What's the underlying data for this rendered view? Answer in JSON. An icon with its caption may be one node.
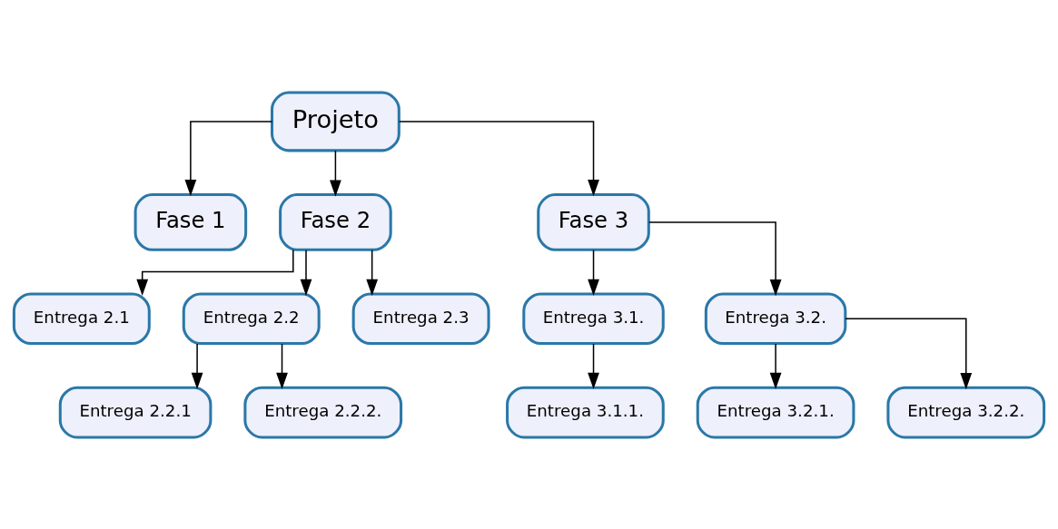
{
  "diagram": {
    "nodes": [
      {
        "text": [
          "Projeto"
        ]
      },
      {
        "text": [
          "Fase 1"
        ]
      },
      {
        "text": [
          "Fase 2"
        ]
      },
      {
        "text": [
          "Fase 3"
        ]
      },
      {
        "text": [
          "Entrega 2.1"
        ]
      },
      {
        "text": [
          "Entrega 2.2"
        ]
      },
      {
        "text": [
          "Entrega 2.3"
        ]
      },
      {
        "text": [
          "Entrega 3.1."
        ]
      },
      {
        "text": [
          "Entrega 3.2."
        ]
      },
      {
        "text": [
          "Entrega 2.2.1"
        ]
      },
      {
        "text": [
          "Entrega 2.2.2."
        ]
      },
      {
        "text": [
          "Entrega 3.1.1."
        ]
      },
      {
        "text": [
          "Entrega 3.2.1."
        ]
      },
      {
        "text": [
          "Entrega 3.2.2."
        ]
      }
    ],
    "edges": [
      {
        "from": 0,
        "to": 1,
        "arrow": "to"
      },
      {
        "from": 0,
        "to": 2,
        "arrow": "to"
      },
      {
        "from": 0,
        "to": 3,
        "arrow": "to"
      },
      {
        "from": 2,
        "to": 4,
        "arrow": "to"
      },
      {
        "from": 2,
        "to": 5,
        "arrow": "to"
      },
      {
        "from": 2,
        "to": 6,
        "arrow": "to"
      },
      {
        "from": 3,
        "to": 7,
        "arrow": "to"
      },
      {
        "from": 3,
        "to": 8,
        "arrow": "to"
      },
      {
        "from": 5,
        "to": 9,
        "arrow": "to"
      },
      {
        "from": 5,
        "to": 10,
        "arrow": "to"
      },
      {
        "from": 7,
        "to": 11,
        "arrow": "to"
      },
      {
        "from": 8,
        "to": 12,
        "arrow": "to"
      },
      {
        "from": 8,
        "to": 13,
        "arrow": "to"
      }
    ]
  }
}
